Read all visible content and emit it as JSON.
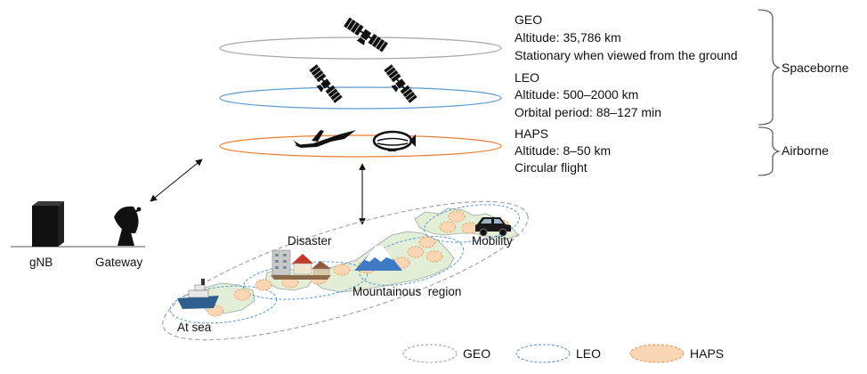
{
  "layers": {
    "geo": {
      "name": "GEO",
      "altitude": "Altitude: 35,786 km",
      "detail": "Stationary when viewed from the ground",
      "color": "#a6a6a6"
    },
    "leo": {
      "name": "LEO",
      "altitude": "Altitude: 500–2000 km",
      "detail": "Orbital period: 88–127 min",
      "color": "#5b9bd5"
    },
    "haps": {
      "name": "HAPS",
      "altitude": "Altitude: 8–50 km",
      "detail": "Circular flight",
      "color": "#ed7d31"
    }
  },
  "groups": {
    "spaceborne": "Spaceborne",
    "airborne": "Airborne"
  },
  "ground": {
    "gnb": "gNB",
    "gateway": "Gateway"
  },
  "areas": {
    "disaster": "Disaster",
    "mobility": "Mobility",
    "mountainous": "Mountainous  region",
    "at_sea": "At sea"
  },
  "legend": {
    "geo": "GEO",
    "leo": "LEO",
    "haps": "HAPS"
  },
  "icons": {
    "geo_satellite": "satellite-icon",
    "leo_satellite": "satellite-icon",
    "glider": "glider-icon",
    "airship": "airship-icon",
    "server": "server-icon",
    "dish": "dish-antenna-icon",
    "car": "car-icon",
    "ship": "ship-icon",
    "mountain": "mountain-icon",
    "buildings": "buildings-icon"
  }
}
